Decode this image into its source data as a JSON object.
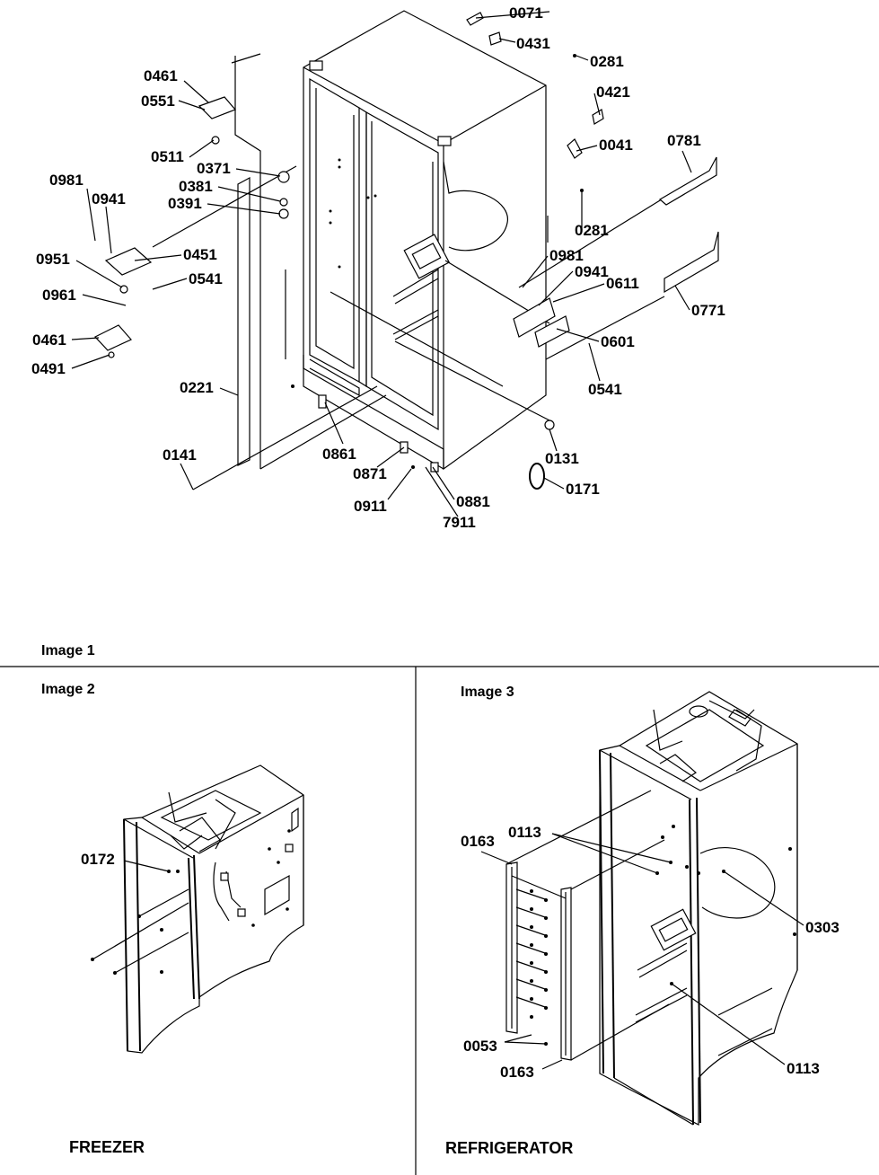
{
  "images": {
    "image1": {
      "caption": "Image 1",
      "labels": [
        "0071",
        "0431",
        "0281",
        "0461",
        "0551",
        "0421",
        "0041",
        "0781",
        "0511",
        "0371",
        "0981",
        "0941",
        "0381",
        "0391",
        "0281",
        "0451",
        "0951",
        "0541",
        "0981",
        "0941",
        "0611",
        "0961",
        "0771",
        "0601",
        "0461",
        "0491",
        "0541",
        "0221",
        "0861",
        "0131",
        "0141",
        "0871",
        "0881",
        "0171",
        "0911",
        "7911"
      ]
    },
    "image2": {
      "caption": "Image 2",
      "title": "FREEZER",
      "labels": [
        "0172"
      ]
    },
    "image3": {
      "caption": "Image 3",
      "title": "REFRIGERATOR",
      "labels": [
        "0163",
        "0113",
        "0303",
        "0053",
        "0163",
        "0113"
      ]
    }
  }
}
